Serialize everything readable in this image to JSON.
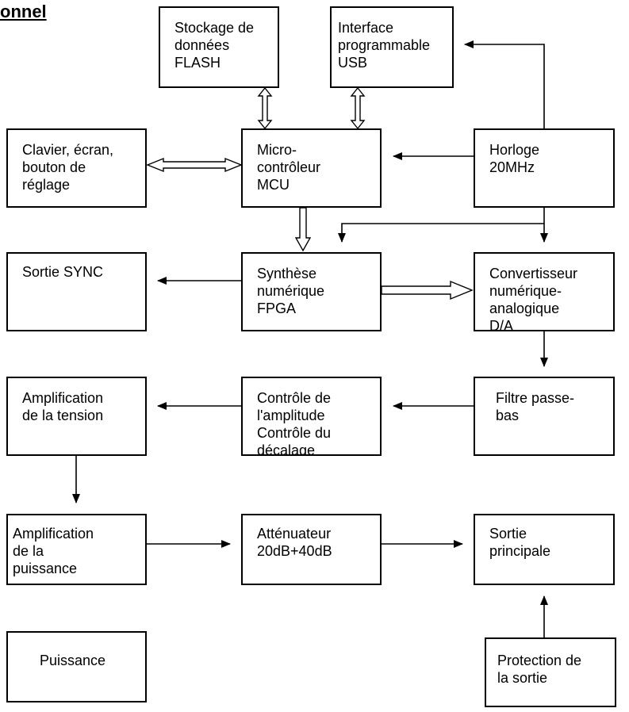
{
  "title": "onnel",
  "blocks": {
    "flash": "Stockage  de\ndonnées\nFLASH",
    "usb": "Interface\nprogrammable\nUSB",
    "clavier": "Clavier, écran,\nbouton de\nréglage",
    "mcu": "Micro-\ncontrôleur\nMCU",
    "horloge": "Horloge\n20MHz",
    "sync": "Sortie SYNC",
    "fpga": "Synthèse\nnumérique\nFPGA",
    "cna": "Convertisseur\nnumérique-\nanalogique\nD/A",
    "ampli_tension": "Amplification\nde la tension",
    "controle": "Contrôle de\nl'amplitude\nContrôle du\ndécalage",
    "filtre": "Filtre passe-\nbas",
    "ampli_puissance": " Amplification\nde la\npuissance",
    "attenuateur": "Atténuateur\n20dB+40dB",
    "sortie_principale": "Sortie\nprincipale",
    "puissance": "Puissance",
    "protection": "Protection de\nla sortie"
  }
}
